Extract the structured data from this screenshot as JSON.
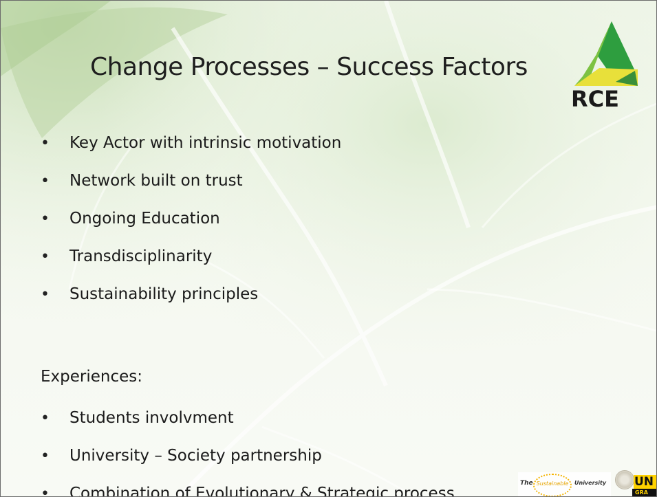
{
  "slide": {
    "title": "Change Processes – Success Factors",
    "bullet_symbol": "•",
    "success_factors": [
      "Key Actor with intrinsic motivation",
      "Network built on trust",
      "Ongoing Education",
      "Transdisciplinarity",
      "Sustainability principles"
    ],
    "experiences_heading": "Experiences:",
    "experiences": [
      "Students involvment",
      "University – Society partnership",
      "Combination of Evolutionary & Strategic process"
    ]
  },
  "logos": {
    "rce_text": "RCE",
    "sustainable_the": "The",
    "sustainable_word": "Sustainable",
    "sustainable_university": "University",
    "uni_text": "UN",
    "uni_sub": "GRA"
  },
  "colors": {
    "rce_green": "#2e9e3f",
    "rce_yellow": "#e8e03a",
    "background": "#f2f7ec",
    "text": "#1a1a1a",
    "sustainable_orange": "#f4b400",
    "uni_yellow": "#ffd200"
  }
}
